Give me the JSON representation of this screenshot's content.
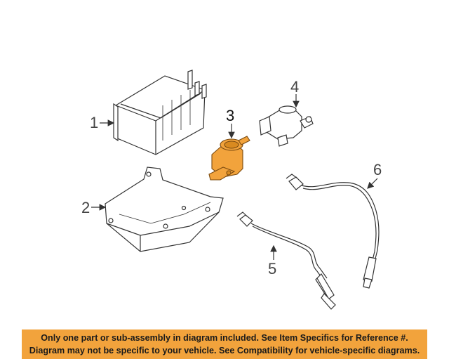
{
  "callouts": {
    "c1": "1",
    "c2": "2",
    "c3": "3",
    "c4": "4",
    "c5": "5",
    "c6": "6"
  },
  "highlight_color": "#f2a33c",
  "notice": {
    "line1": "Only one part or sub-assembly in diagram included. See Item Specifics for Reference #.",
    "line2": "Diagram may not be specific to your vehicle. See Compatibility for vehicle-specific diagrams."
  }
}
